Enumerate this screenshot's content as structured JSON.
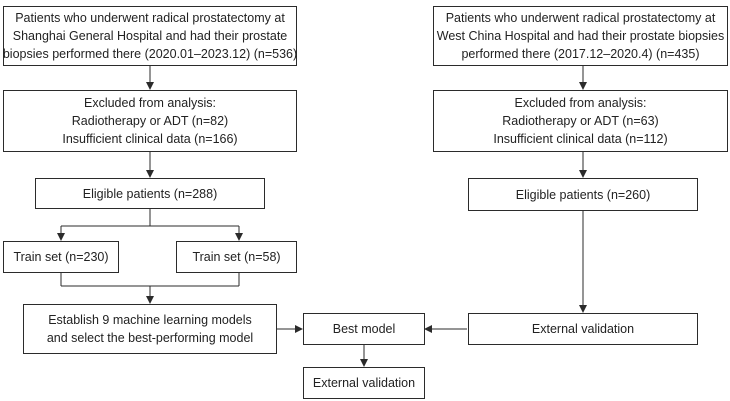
{
  "left": {
    "source": {
      "lines": [
        "Patients who underwent radical prostatectomy at",
        "Shanghai General Hospital and had their prostate",
        "biopsies performed there (2020.01–2023.12) (n=536)"
      ]
    },
    "excluded": {
      "lines": [
        "Excluded from analysis:",
        "Radiotherapy or ADT (n=82)",
        "Insufficient clinical data (n=166)"
      ]
    },
    "eligible": "Eligible patients (n=288)",
    "train_set_a": "Train set (n=230)",
    "train_set_b": "Train set (n=58)",
    "models": {
      "lines": [
        "Establish 9 machine learning models",
        "and select the best-performing model"
      ]
    }
  },
  "right": {
    "source": {
      "lines": [
        "Patients who underwent radical prostatectomy at",
        "West China Hospital and had their prostate biopsies",
        "performed there (2017.12–2020.4) (n=435)"
      ]
    },
    "excluded": {
      "lines": [
        "Excluded from analysis:",
        "Radiotherapy or ADT (n=63)",
        "Insufficient clinical data (n=112)"
      ]
    },
    "eligible": "Eligible patients (n=260)",
    "external_validation": "External validation"
  },
  "center": {
    "best_model": "Best model",
    "external_validation": "External validation"
  },
  "colors": {
    "line": "#2b2b2b",
    "box_border": "#2b2b2b",
    "text": "#222222"
  }
}
